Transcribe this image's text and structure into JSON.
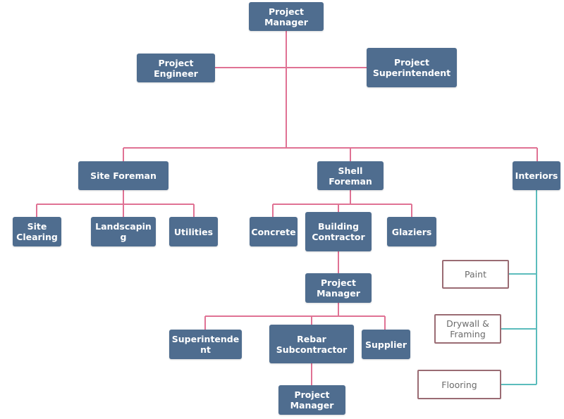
{
  "colors": {
    "node_fill": "#4f6d8f",
    "node_text": "#ffffff",
    "connector_main": "#e07294",
    "connector_interiors": "#5bbcbc",
    "outline_node_border": "#9a6b73",
    "outline_node_text": "#6b6b6b"
  },
  "nodes": {
    "pm_top": "Project\nManager",
    "project_engineer": "Project\nEngineer",
    "project_superintendent": "Project\nSuperintendent",
    "site_foreman": "Site Foreman",
    "shell_foreman": "Shell\nForeman",
    "interiors": "Interiors",
    "site_clearing": "Site\nClearing",
    "landscaping": "Landscapin\ng",
    "utilities": "Utilities",
    "concrete": "Concrete",
    "building_contractor": "Building\nContractor",
    "glaziers": "Glaziers",
    "pm_mid": "Project\nManager",
    "superintendent": "Superintende\nnt",
    "rebar_subcontractor": "Rebar\nSubcontractor",
    "supplier": "Supplier",
    "pm_bottom": "Project\nManager",
    "paint": "Paint",
    "drywall_framing": "Drywall &\nFraming",
    "flooring": "Flooring"
  }
}
